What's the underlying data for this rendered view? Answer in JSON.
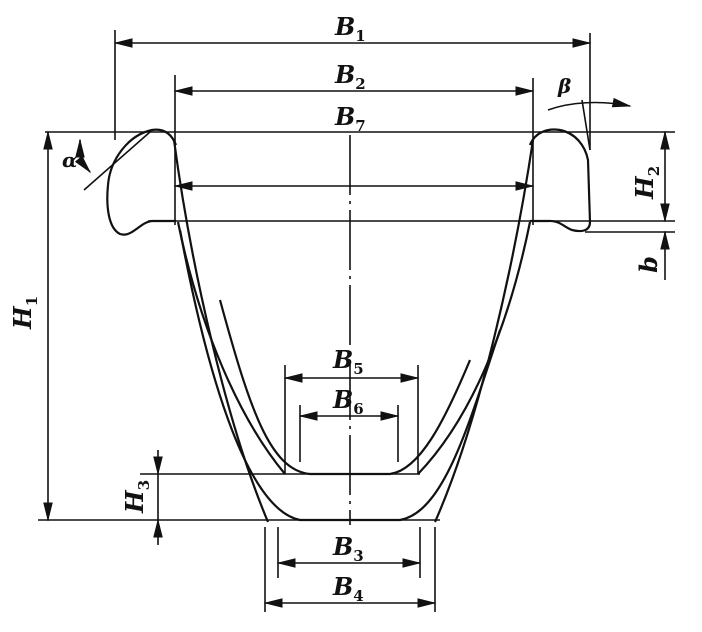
{
  "labels": {
    "B1": {
      "main": "B",
      "sub": "1"
    },
    "B2": {
      "main": "B",
      "sub": "2"
    },
    "B3": {
      "main": "B",
      "sub": "3"
    },
    "B4": {
      "main": "B",
      "sub": "4"
    },
    "B5": {
      "main": "B",
      "sub": "5"
    },
    "B6": {
      "main": "B",
      "sub": "6"
    },
    "B7": {
      "main": "B",
      "sub": "7"
    },
    "H1": {
      "main": "H",
      "sub": "1"
    },
    "H2": {
      "main": "H",
      "sub": "2"
    },
    "H3": {
      "main": "H",
      "sub": "3"
    },
    "b": "b",
    "alpha": "α",
    "beta": "β"
  }
}
